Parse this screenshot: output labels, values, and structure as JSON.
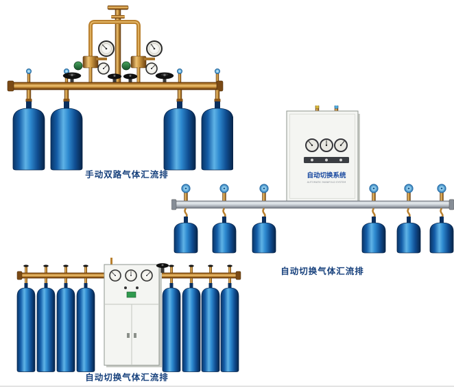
{
  "page": {
    "background": "#ffffff"
  },
  "colors": {
    "page_bg": "#ffffff",
    "caption_text": "#16407c",
    "brass": "#c9882f",
    "cylinder_blue": "#1767b4",
    "aluminum_pipe": "#c6ccd3",
    "cabinet_body": "#f4f5f2",
    "cabinet_label_blue": "#1849a0"
  },
  "products": [
    {
      "id": "manual-dual-gas-manifold",
      "caption": "手动双路气体汇流排",
      "cylinders": 4
    },
    {
      "id": "auto-switch-gas-manifold-wall-cabinet",
      "caption": "自动切换气体汇流排",
      "cylinders": 6
    },
    {
      "id": "auto-switch-gas-manifold-floor-cabinet",
      "caption": "自动切换气体汇流排",
      "cylinders": 8
    }
  ],
  "wall_cabinet": {
    "label": "自动切换系统",
    "sublabel": "AUTOMATIC MANIFOLD SYSTEM"
  },
  "icons": {
    "pressure_gauge": "circle-dial",
    "valve_handwheel": "black-disc-ellipse",
    "valve_knob": "blue-disc",
    "regulator_knob": "green-disc"
  }
}
